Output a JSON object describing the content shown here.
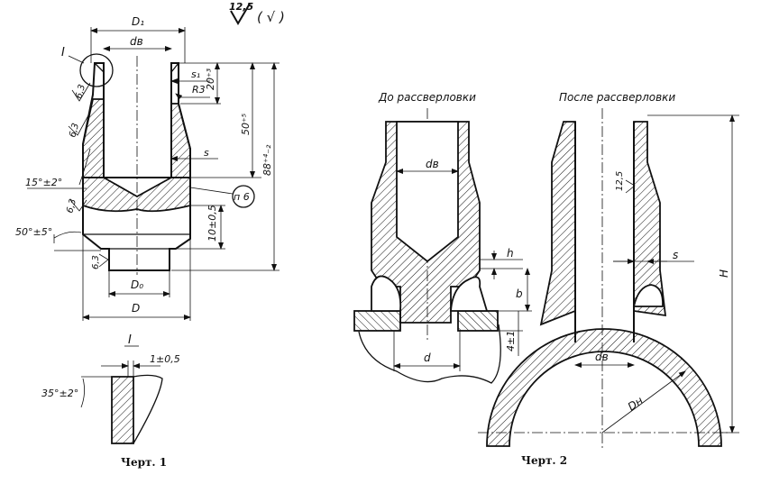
{
  "roughness": {
    "value": "12,5",
    "other": "( √ )"
  },
  "fig1": {
    "caption": "Черт. 1",
    "labels": {
      "D1": "D₁",
      "dv": "dв",
      "I": "I",
      "s1": "s₁",
      "R3": "R3",
      "dim_20": "20⁺³",
      "dim_50": "50⁺⁵",
      "dim_88": "88⁺⁴₋₂",
      "s": "s",
      "angle_15": "15°±2°",
      "pn6": "п 6",
      "dim_10": "10±0,5",
      "angle_50": "50°±5°",
      "D0": "D₀",
      "D": "D",
      "r63": "6,3"
    }
  },
  "detailI": {
    "title": "I",
    "dim": "1±0,5",
    "angle": "35°±2°"
  },
  "fig2": {
    "caption": "Черт. 2",
    "before_label": "До рассверловки",
    "after_label": "После рассверловки",
    "labels": {
      "dv": "dв",
      "h": "h",
      "b": "b",
      "dim_4": "4±1",
      "d": "d",
      "r125": "12,5",
      "s": "s",
      "H": "H",
      "dv2": "dв",
      "Dn": "Dн"
    }
  }
}
